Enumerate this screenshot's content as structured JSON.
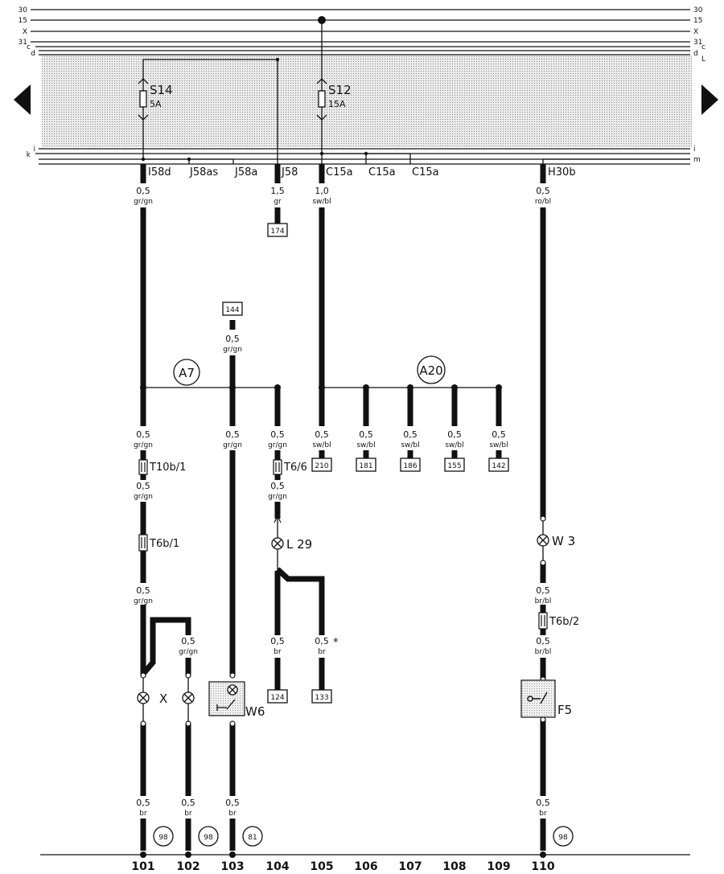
{
  "bus_labels": {
    "left": [
      "30",
      "15",
      "X",
      "31",
      "c",
      "d",
      "i",
      "k"
    ],
    "right": [
      "30",
      "15",
      "X",
      "31",
      "c",
      "d",
      "L",
      "i",
      "m"
    ]
  },
  "fuses": [
    {
      "name": "S14",
      "rating": "5A"
    },
    {
      "name": "S12",
      "rating": "15A"
    }
  ],
  "terminals": [
    "I58d",
    "J58as",
    "J58a",
    "J58",
    "C15a",
    "C15a",
    "C15a",
    "H30b"
  ],
  "wires": {
    "w_0_5": "0,5",
    "w_1_5": "1,5",
    "w_1_0": "1,0",
    "gr_gn": "gr/gn",
    "gr": "gr",
    "sw_bl": "sw/bl",
    "ro_bl": "ro/bl",
    "br_bl": "br/bl",
    "br": "br"
  },
  "refs": [
    "174",
    "144",
    "210",
    "181",
    "186",
    "155",
    "142",
    "124",
    "133"
  ],
  "connectors": [
    "T10b/1",
    "T6b/1",
    "T6/6",
    "T6b/2"
  ],
  "splices": [
    "A7",
    "A20"
  ],
  "components": [
    "L 29",
    "X",
    "W6",
    "W 3",
    "F5"
  ],
  "star_note": "*",
  "grounds": [
    "98",
    "98",
    "81",
    "98"
  ],
  "columns": [
    "101",
    "102",
    "103",
    "104",
    "105",
    "106",
    "107",
    "108",
    "109",
    "110"
  ],
  "colors": {
    "line": "#111111",
    "shade": "#e6e6e6",
    "background": "#ffffff"
  }
}
